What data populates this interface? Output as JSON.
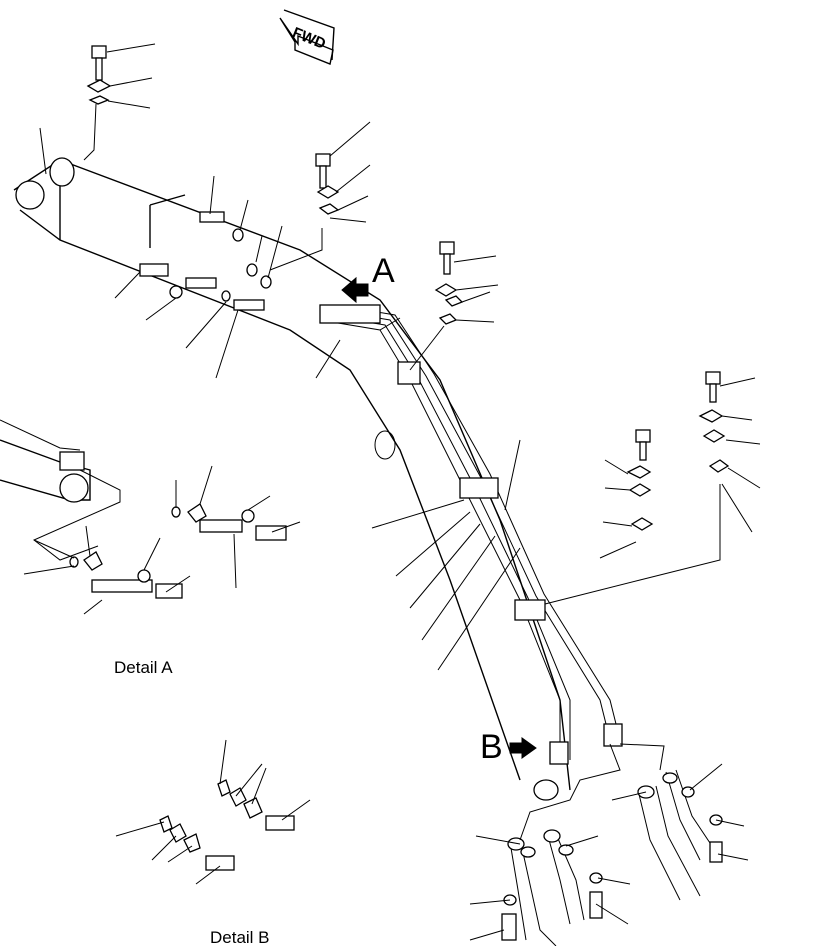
{
  "labels": {
    "fwd": "FWD",
    "view_a": "A",
    "view_b": "B",
    "detail_a": "Detail  A",
    "detail_b": "Detail  B"
  }
}
